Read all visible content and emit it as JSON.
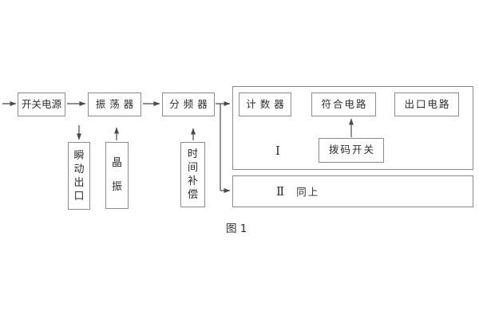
{
  "figure": {
    "caption": "图 1",
    "colors": {
      "box_border": "#8c8c8c",
      "arrow": "#4a4a4a",
      "text": "#2e2e2e",
      "background": "#ffffff"
    },
    "blocks": {
      "switch_power": {
        "label": "开关电源"
      },
      "oscillator": {
        "label": "振荡器"
      },
      "frequency_divider": {
        "label": "分频器"
      },
      "instant_outlet": {
        "label": "瞬动出口"
      },
      "crystal_oscillator": {
        "label": "晶振"
      },
      "time_compensation": {
        "label": "时间补偿"
      },
      "counter": {
        "label": "计数器"
      },
      "coincidence_circuit": {
        "label": "符合电路"
      },
      "outlet_circuit": {
        "label": "出口电路"
      },
      "dip_switch": {
        "label": "拨码开关"
      }
    },
    "groups": {
      "group1": {
        "numeral": "Ⅰ"
      },
      "group2": {
        "numeral": "Ⅱ",
        "label": "同上"
      }
    }
  }
}
